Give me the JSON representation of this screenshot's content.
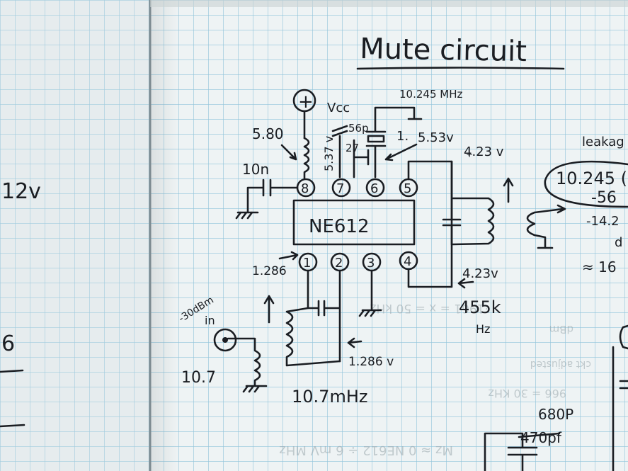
{
  "colors": {
    "paper": "#eef3f4",
    "paper_left": "#e6ecee",
    "grid": "#8fc3da",
    "ink": "#1a1d22",
    "faint_ink": "#9aa7ad"
  },
  "title": "Mute circuit",
  "chip": {
    "label": "NE612",
    "top_pins": [
      "8",
      "7",
      "6",
      "5"
    ],
    "bottom_pins": [
      "1",
      "2",
      "3",
      "4"
    ]
  },
  "labels": {
    "plus": "+",
    "vcc": "Vcc",
    "crystal": "10.245 MHz",
    "v580": "5.80",
    "v537": "5.37 v",
    "c56p": "56p",
    "c27": "27",
    "one": "1.",
    "v553": "5.53v",
    "v423_top": "4.23 v",
    "inductor_10n": "10n",
    "v1286_top": "1.286",
    "v423_bottom": "4.23v",
    "f455k": "455k",
    "hz": "Hz",
    "minus30": "-30dBm",
    "in": "in",
    "f107": "10.7",
    "v1286_bottom": "1.286 v",
    "f107mhz": "10.7mHz",
    "c680": "680P",
    "c470": "470pf",
    "left_12v": "12v",
    "left_f": "6"
  },
  "margin_notes": {
    "leakage": "leakag",
    "oval_top": "10.245 (",
    "oval_bottom": "-56",
    "line1": "-14.2",
    "line2": "d",
    "line3": "≈ 16"
  },
  "bleed_text": [
    "·1961 = x = 50 kHz",
    "dBm",
    "ckt adjusted",
    "966 = 30 KHz",
    "Mz ≈ 0 NE612 ÷ 6 mV MHz"
  ]
}
